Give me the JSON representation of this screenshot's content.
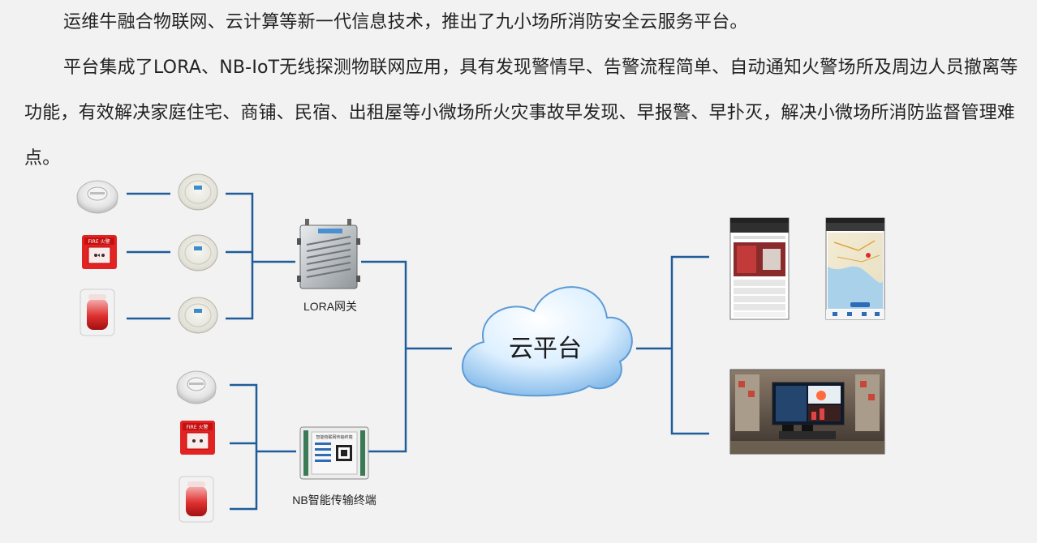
{
  "text": {
    "paragraph1": "运维牛融合物联网、云计算等新一代信息技术，推出了九小场所消防安全云服务平台。",
    "paragraph2": "平台集成了LORA、NB-IoT无线探测物联网应用，具有发现警情早、告警流程简单、自动通知火警场所及周边人员撤离等功能，有效解决家庭住宅、商铺、民宿、出租屋等小微场所火灾事故早发现、早报警、早扑灭，解决小微场所消防监督管理难点。"
  },
  "diagram": {
    "gateway_label": "LORA网关",
    "terminal_label": "NB智能传输终端",
    "cloud_label": "云平台",
    "terminal_panel_title": "智能物联网传输终端",
    "alarm_brand": "FIRE 火警",
    "line_color": "#1f5c99",
    "lora_devices": [
      "smoke-detector",
      "manual-call-point",
      "sound-light-alarm"
    ],
    "lora_nodes": [
      "lora-node",
      "lora-node",
      "lora-node"
    ],
    "nb_devices": [
      "smoke-detector",
      "manual-call-point",
      "sound-light-alarm"
    ],
    "clients": [
      "mobile-app-detail",
      "mobile-app-map",
      "monitoring-center"
    ]
  }
}
